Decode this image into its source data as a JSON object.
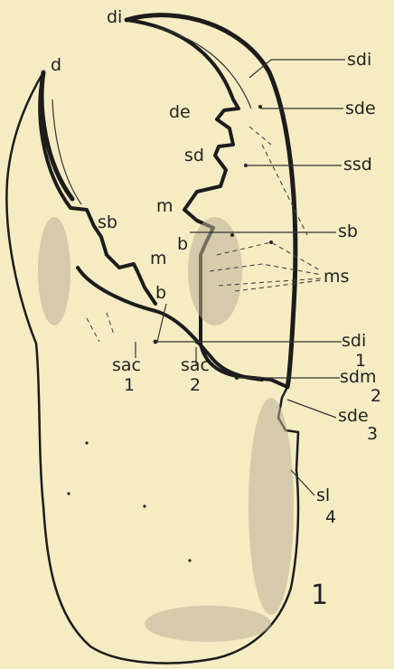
{
  "figure": {
    "number": "1",
    "background": "#f5ecc3",
    "ink": "#1c1c1c"
  },
  "labels": {
    "di_tip": "di",
    "d_tip": "d",
    "de_left": "de",
    "sd_left": "sd",
    "m_upper": "m",
    "b_upper": "b",
    "sb_left": "sb",
    "m_lower": "m",
    "b_lower": "b",
    "sac1_label": "sac",
    "sac1_index": "1",
    "sac2_label": "sac",
    "sac2_index": "2",
    "sdi_top": "sdi",
    "sde_top": "sde",
    "ssd": "ssd",
    "sb_right": "sb",
    "ms": "ms",
    "sdi_1_label": "sdi",
    "sdi_1_index": "1",
    "sdm_2_label": "sdm",
    "sdm_2_index": "2",
    "sde_3_label": "sde",
    "sde_3_index": "3",
    "sl_4_label": "sl",
    "sl_4_index": "4"
  }
}
